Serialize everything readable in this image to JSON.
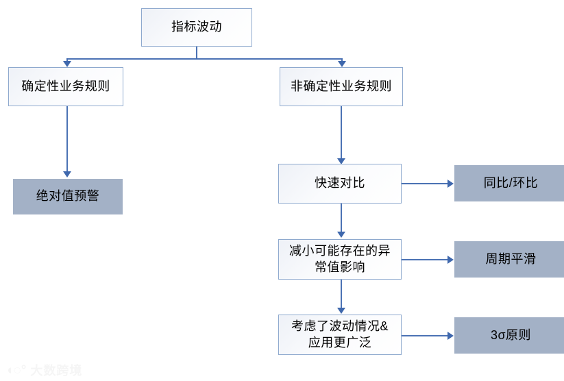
{
  "diagram": {
    "type": "flowchart",
    "title_node": {
      "label": "指标波动"
    },
    "nodes": [
      {
        "id": "root",
        "label": "指标波动",
        "style": "light"
      },
      {
        "id": "branch_left",
        "label": "确定性业务规则",
        "style": "light"
      },
      {
        "id": "branch_right",
        "label": "非确定性业务规则",
        "style": "light"
      },
      {
        "id": "left_result",
        "label": "绝对值预警",
        "style": "solid"
      },
      {
        "id": "mid_1",
        "label": "快速对比",
        "style": "light"
      },
      {
        "id": "mid_2",
        "label": "减小可能存在的异\n常值影响",
        "style": "light"
      },
      {
        "id": "mid_3",
        "label": "考虑了波动情况&\n应用更广泛",
        "style": "light"
      },
      {
        "id": "out_1",
        "label": "同比/环比",
        "style": "solid"
      },
      {
        "id": "out_2",
        "label": "周期平滑",
        "style": "solid"
      },
      {
        "id": "out_3",
        "label": "3σ原则",
        "style": "solid"
      }
    ],
    "edges": [
      {
        "from": "root",
        "to": "branch_left",
        "kind": "elbow-down"
      },
      {
        "from": "root",
        "to": "branch_right",
        "kind": "elbow-down"
      },
      {
        "from": "branch_left",
        "to": "left_result",
        "kind": "down"
      },
      {
        "from": "branch_right",
        "to": "mid_1",
        "kind": "down"
      },
      {
        "from": "mid_1",
        "to": "mid_2",
        "kind": "down"
      },
      {
        "from": "mid_2",
        "to": "mid_3",
        "kind": "down"
      },
      {
        "from": "mid_1",
        "to": "out_1",
        "kind": "right"
      },
      {
        "from": "mid_2",
        "to": "out_2",
        "kind": "right"
      },
      {
        "from": "mid_3",
        "to": "out_3",
        "kind": "right"
      }
    ],
    "colors": {
      "box_border": "#8ea9ce",
      "box_fill_light": "#fafbfd",
      "box_fill_solid": "#a3b1c6",
      "connector": "#416ab0",
      "text": "#000000",
      "background": "#ffffff"
    }
  },
  "watermark": {
    "mark": "◖◌°",
    "text": "大数跨境"
  }
}
